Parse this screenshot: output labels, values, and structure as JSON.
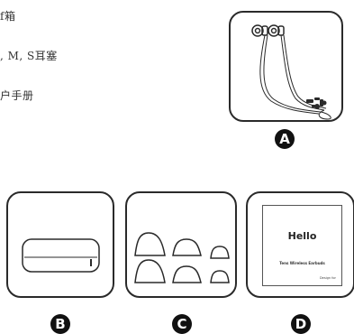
{
  "contents_list": [
    "f箱",
    ", M, S耳塞",
    "户手册"
  ],
  "panels": {
    "a": {
      "label": "A"
    },
    "b": {
      "label": "B"
    },
    "c": {
      "label": "C"
    },
    "d": {
      "label": "D",
      "manual_title": "Hello",
      "manual_subtitle": "Tens Wireless Earbuds",
      "manual_brand": "Design for"
    }
  },
  "colors": {
    "line": "#2a2a2a",
    "label_fill": "#111111",
    "background": "#ffffff"
  }
}
